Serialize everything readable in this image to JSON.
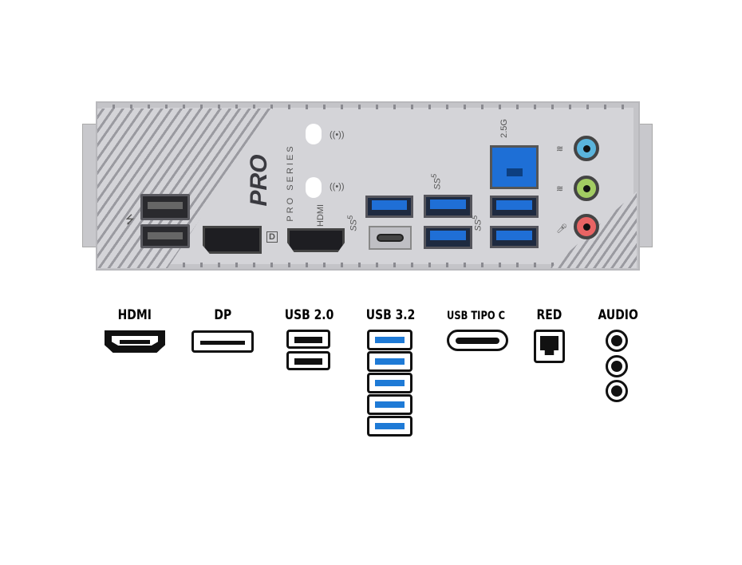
{
  "shield": {
    "brand_logo": "PRO",
    "series_text": "PRO SERIES",
    "hdmi_text": "HDMI",
    "lan_speed": "2.5G",
    "ss_label": "SS",
    "ss_sup": "5",
    "dp_mark": "D",
    "jack_colors": [
      "#5ab4dc",
      "#a2cc62",
      "#e86464"
    ]
  },
  "legend": {
    "hdmi": "HDMI",
    "dp": "DP",
    "usb2": "USB 2.0",
    "usb32": "USB 3.2",
    "usbc": "USB TIPO C",
    "lan": "RED",
    "audio": "AUDIO",
    "accent": "#1e7ad6"
  }
}
